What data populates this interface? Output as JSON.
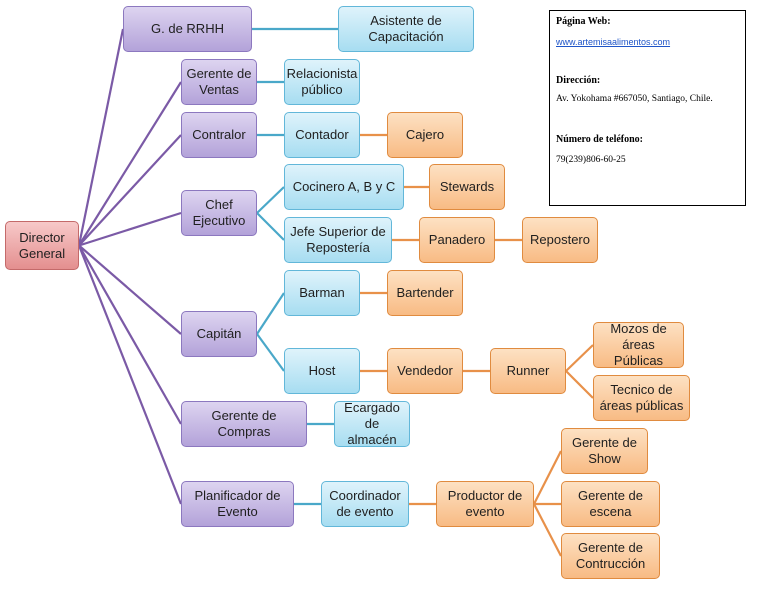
{
  "nodes": {
    "director": "Director\nGeneral",
    "rrhh": "G. de RRHH",
    "asistente": "Asistente de\nCapacitación",
    "ventas": "Gerente de\nVentas",
    "relacionista": "Relacionista\npúblico",
    "contralor": "Contralor",
    "contador": "Contador",
    "cajero": "Cajero",
    "chef": "Chef\nEjecutivo",
    "cocinero": "Cocinero A, B y C",
    "stewards": "Stewards",
    "jefe_reposteria": "Jefe Superior de\nRepostería",
    "panadero": "Panadero",
    "repostero": "Repostero",
    "capitan": "Capitán",
    "barman": "Barman",
    "bartender": "Bartender",
    "host": "Host",
    "vendedor": "Vendedor",
    "runner": "Runner",
    "mozos": "Mozos de\náreas Públicas",
    "tecnico": "Tecnico de\náreas públicas",
    "compras": "Gerente de Compras",
    "almacen": "Ecargado de\nalmacén",
    "planificador": "Planificador de\nEvento",
    "coordinador": "Coordinador\nde evento",
    "productor": "Productor de\nevento",
    "show": "Gerente de\nShow",
    "escena": "Gerente de\nescena",
    "contruccion": "Gerente de\nContrucción"
  },
  "info": {
    "web_label": "Página Web:",
    "web_value": "www.artemisaalimentos.com",
    "address_label": "Dirección:",
    "address_value": "Av. Yokohama #667050, Santiago, Chile.",
    "phone_label": "Número de teléfono:",
    "phone_value": "79(239)806-60-25"
  },
  "colors": {
    "purple_line": "#7b5aa6",
    "blue_line": "#4aa8c9",
    "orange_line": "#e8914a"
  }
}
